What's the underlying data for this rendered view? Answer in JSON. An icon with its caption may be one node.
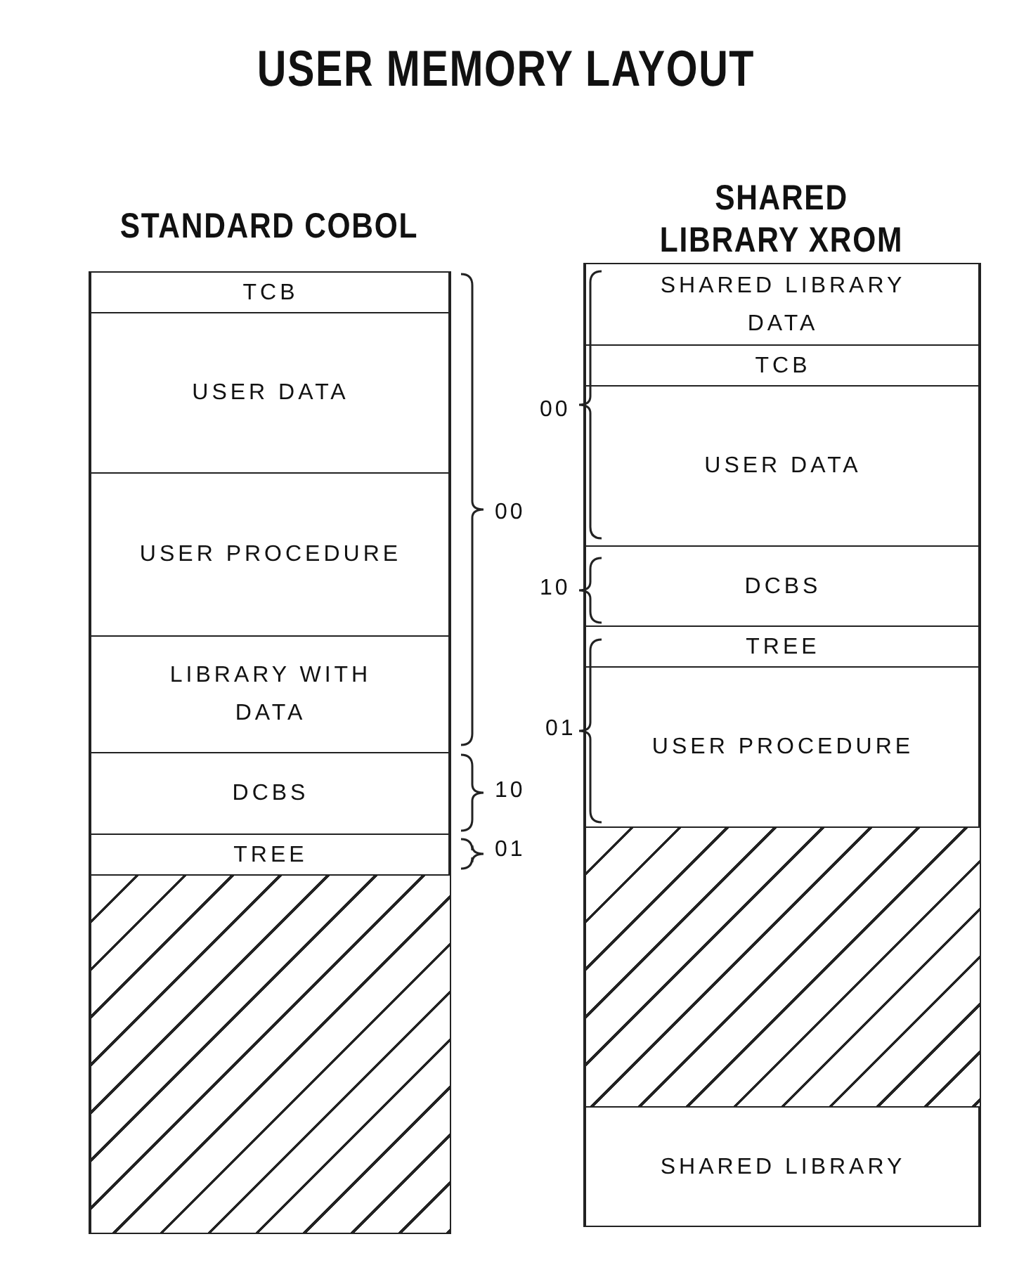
{
  "diagram": {
    "title": "USER MEMORY LAYOUT",
    "nodes": [
      {
        "text": [
          "STANDARD COBOL"
        ]
      },
      {
        "text": [
          "TCB"
        ],
        "in": 0
      },
      {
        "text": [
          "USER DATA"
        ],
        "in": 0
      },
      {
        "text": [
          "USER PROCEDURE"
        ],
        "in": 0
      },
      {
        "text": [
          "LIBRARY WITH DATA"
        ],
        "in": 0
      },
      {
        "text": [
          "DCBS"
        ],
        "in": 0
      },
      {
        "text": [
          "TREE"
        ],
        "in": 0
      },
      {
        "text": [],
        "shape": "box",
        "in": 0
      },
      {
        "text": [
          "SHARED LIBRARY XROM"
        ]
      },
      {
        "text": [
          "SHARED LIBRARY DATA"
        ],
        "in": 8
      },
      {
        "text": [
          "TCB"
        ],
        "in": 8
      },
      {
        "text": [
          "USER DATA"
        ],
        "in": 8
      },
      {
        "text": [
          "DCBS"
        ],
        "in": 8
      },
      {
        "text": [
          "TREE"
        ],
        "in": 8
      },
      {
        "text": [
          "USER PROCEDURE"
        ],
        "in": 8
      },
      {
        "text": [],
        "shape": "box",
        "in": 8
      },
      {
        "text": [
          "SHARED LIBRARY"
        ],
        "in": 8
      }
    ],
    "edges": [],
    "labels": [
      "00",
      "00",
      "10",
      "01",
      "10",
      "01"
    ]
  }
}
